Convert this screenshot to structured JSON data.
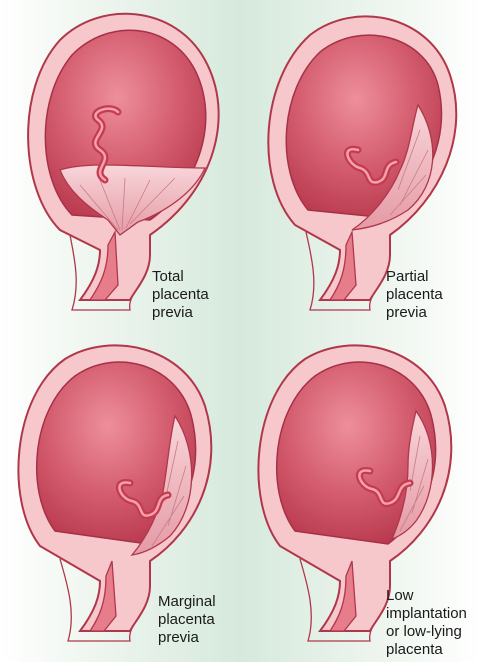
{
  "panels": [
    {
      "caption": "Total\nplacenta\nprevia"
    },
    {
      "caption": "Partial\nplacenta\nprevia"
    },
    {
      "caption": "Marginal\nplacenta\nprevia"
    },
    {
      "caption": "Low\nimplantation\nor low-lying\nplacenta"
    }
  ],
  "colors": {
    "uterus_inner": "#c9475a",
    "uterus_light": "#e77d8b",
    "wall": "#f6c8cc",
    "wall_outline": "#b0374a",
    "placenta": "#f4c6cb",
    "cord": "#c63a4f",
    "background_mid": "#d6e9dc"
  }
}
